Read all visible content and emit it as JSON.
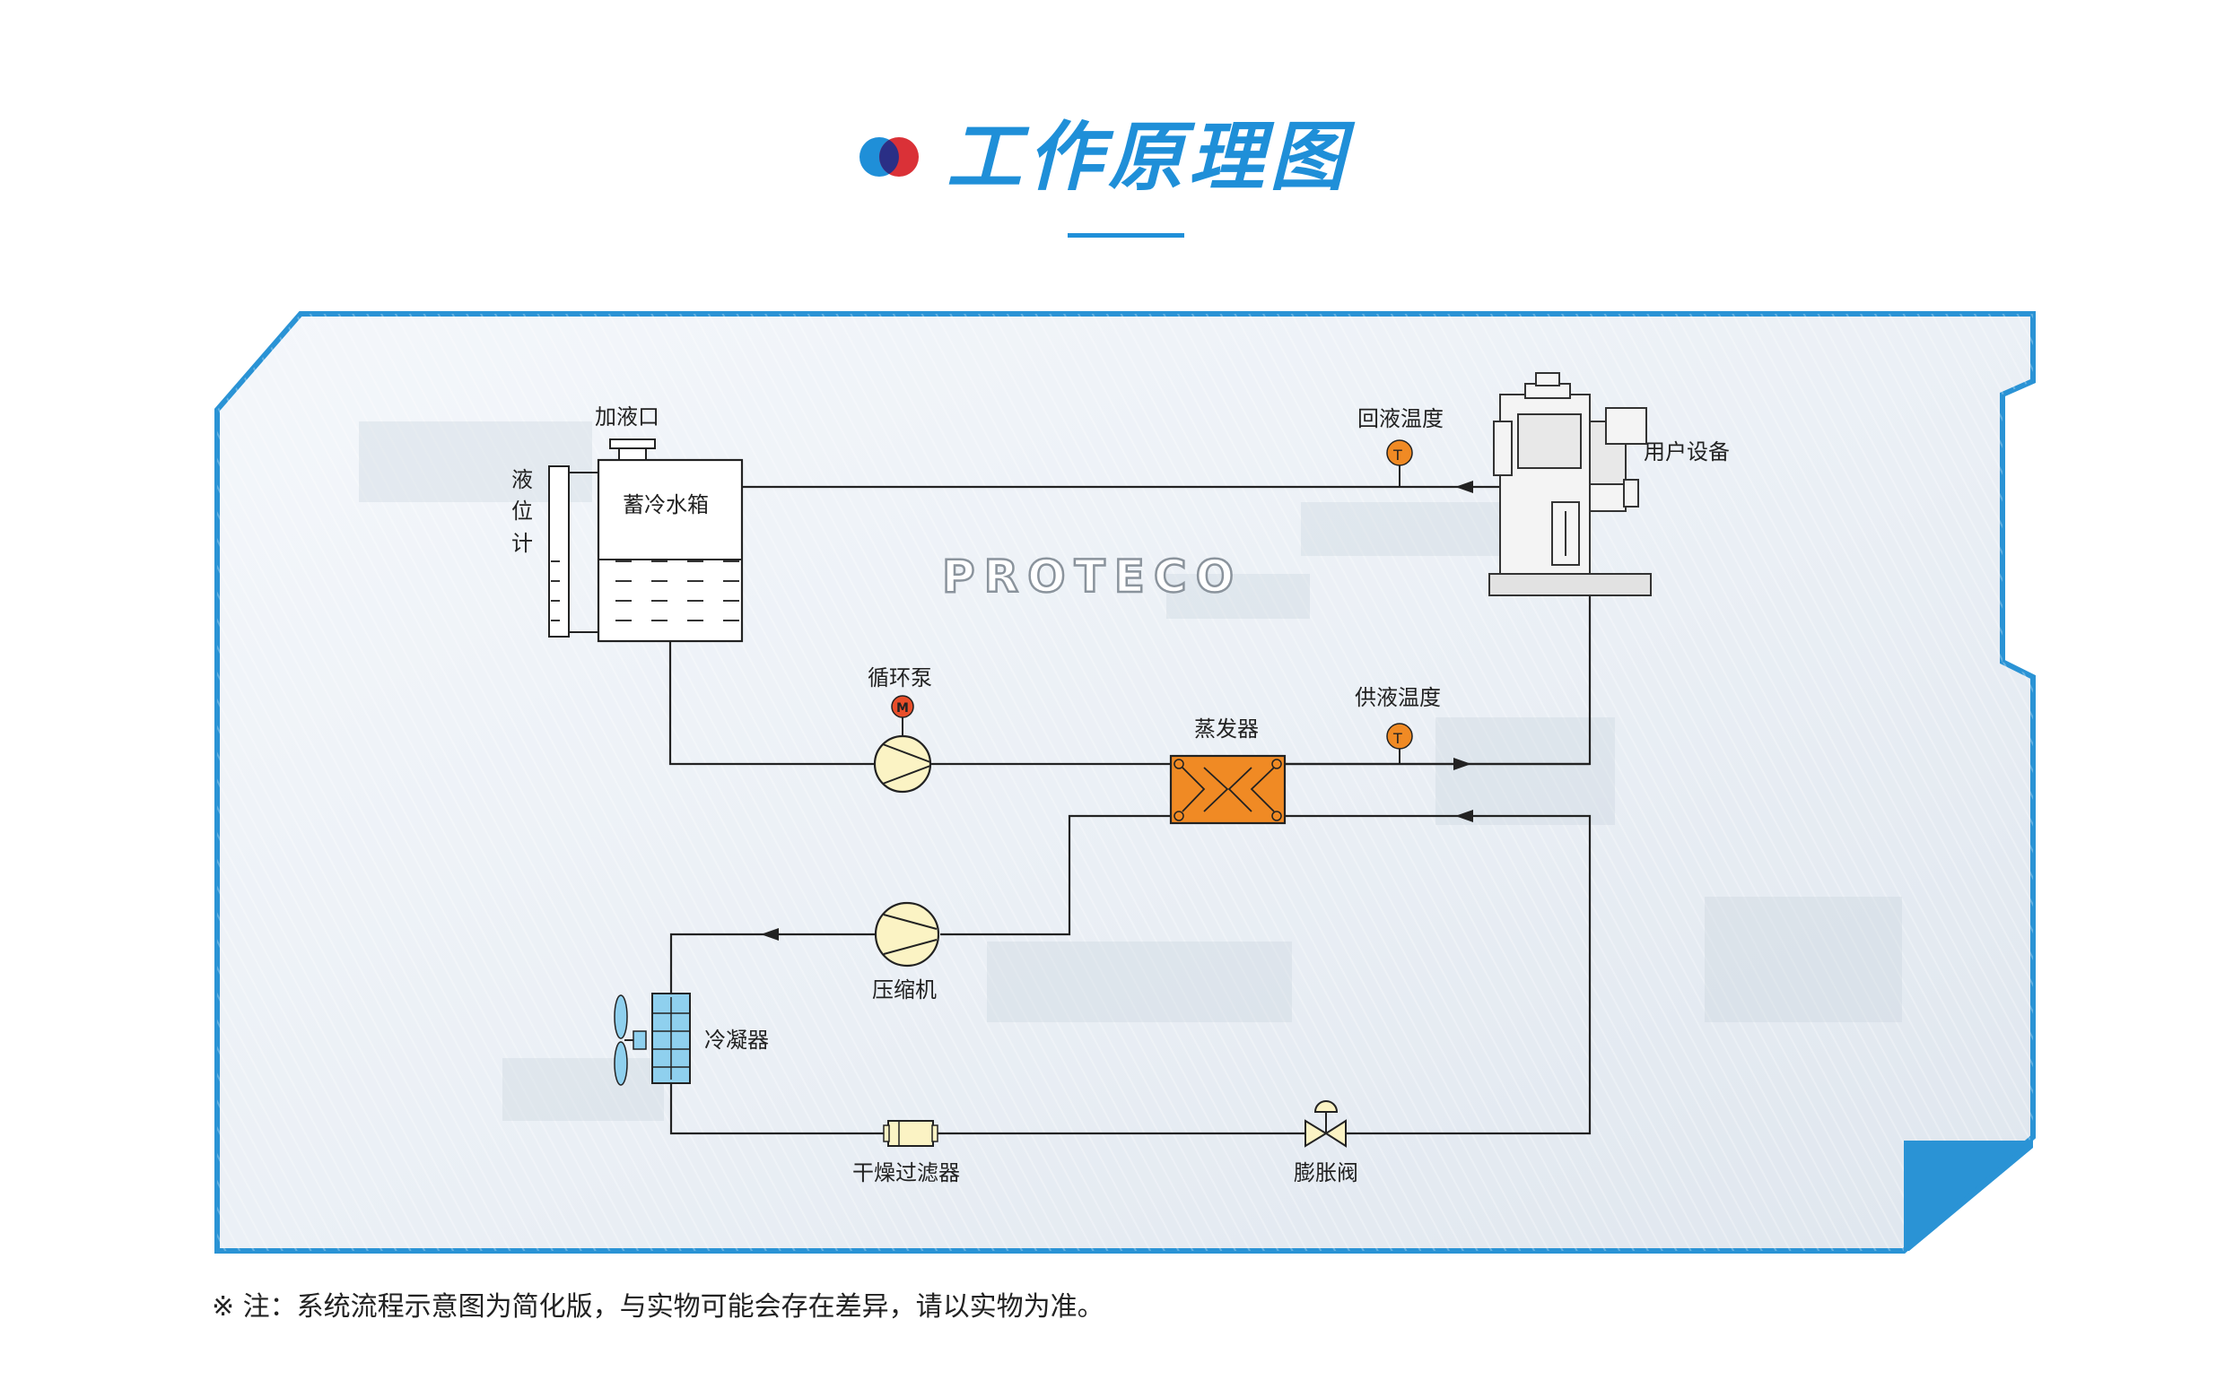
{
  "header": {
    "title": "工作原理图",
    "accent_blue": "#1f8fd8",
    "accent_red": "#d8262c"
  },
  "diagram": {
    "frame_color": "#2a93d5",
    "watermark": "PROTECO",
    "labels": {
      "fill_port": "加液口",
      "level_gauge": [
        "液",
        "位",
        "计"
      ],
      "tank": "蓄冷水箱",
      "return_temp": "回液温度",
      "user_equipment": "用户设备",
      "pump": "循环泵",
      "supply_temp": "供液温度",
      "evaporator": "蒸发器",
      "compressor": "压缩机",
      "condenser": "冷凝器",
      "filter_drier": "干燥过滤器",
      "expansion_valve": "膨胀阀",
      "motor_symbol": "M",
      "temp_symbol": "T"
    },
    "colors": {
      "pump_fill": "#fbf3c4",
      "sensor_fill": "#f08a24",
      "evaporator_fill": "#f08a24",
      "condenser_fill": "#8fd0ee",
      "motor_fill": "#e94e2a"
    }
  },
  "footer": {
    "note": "※ 注：系统流程示意图为简化版，与实物可能会存在差异，请以实物为准。"
  }
}
